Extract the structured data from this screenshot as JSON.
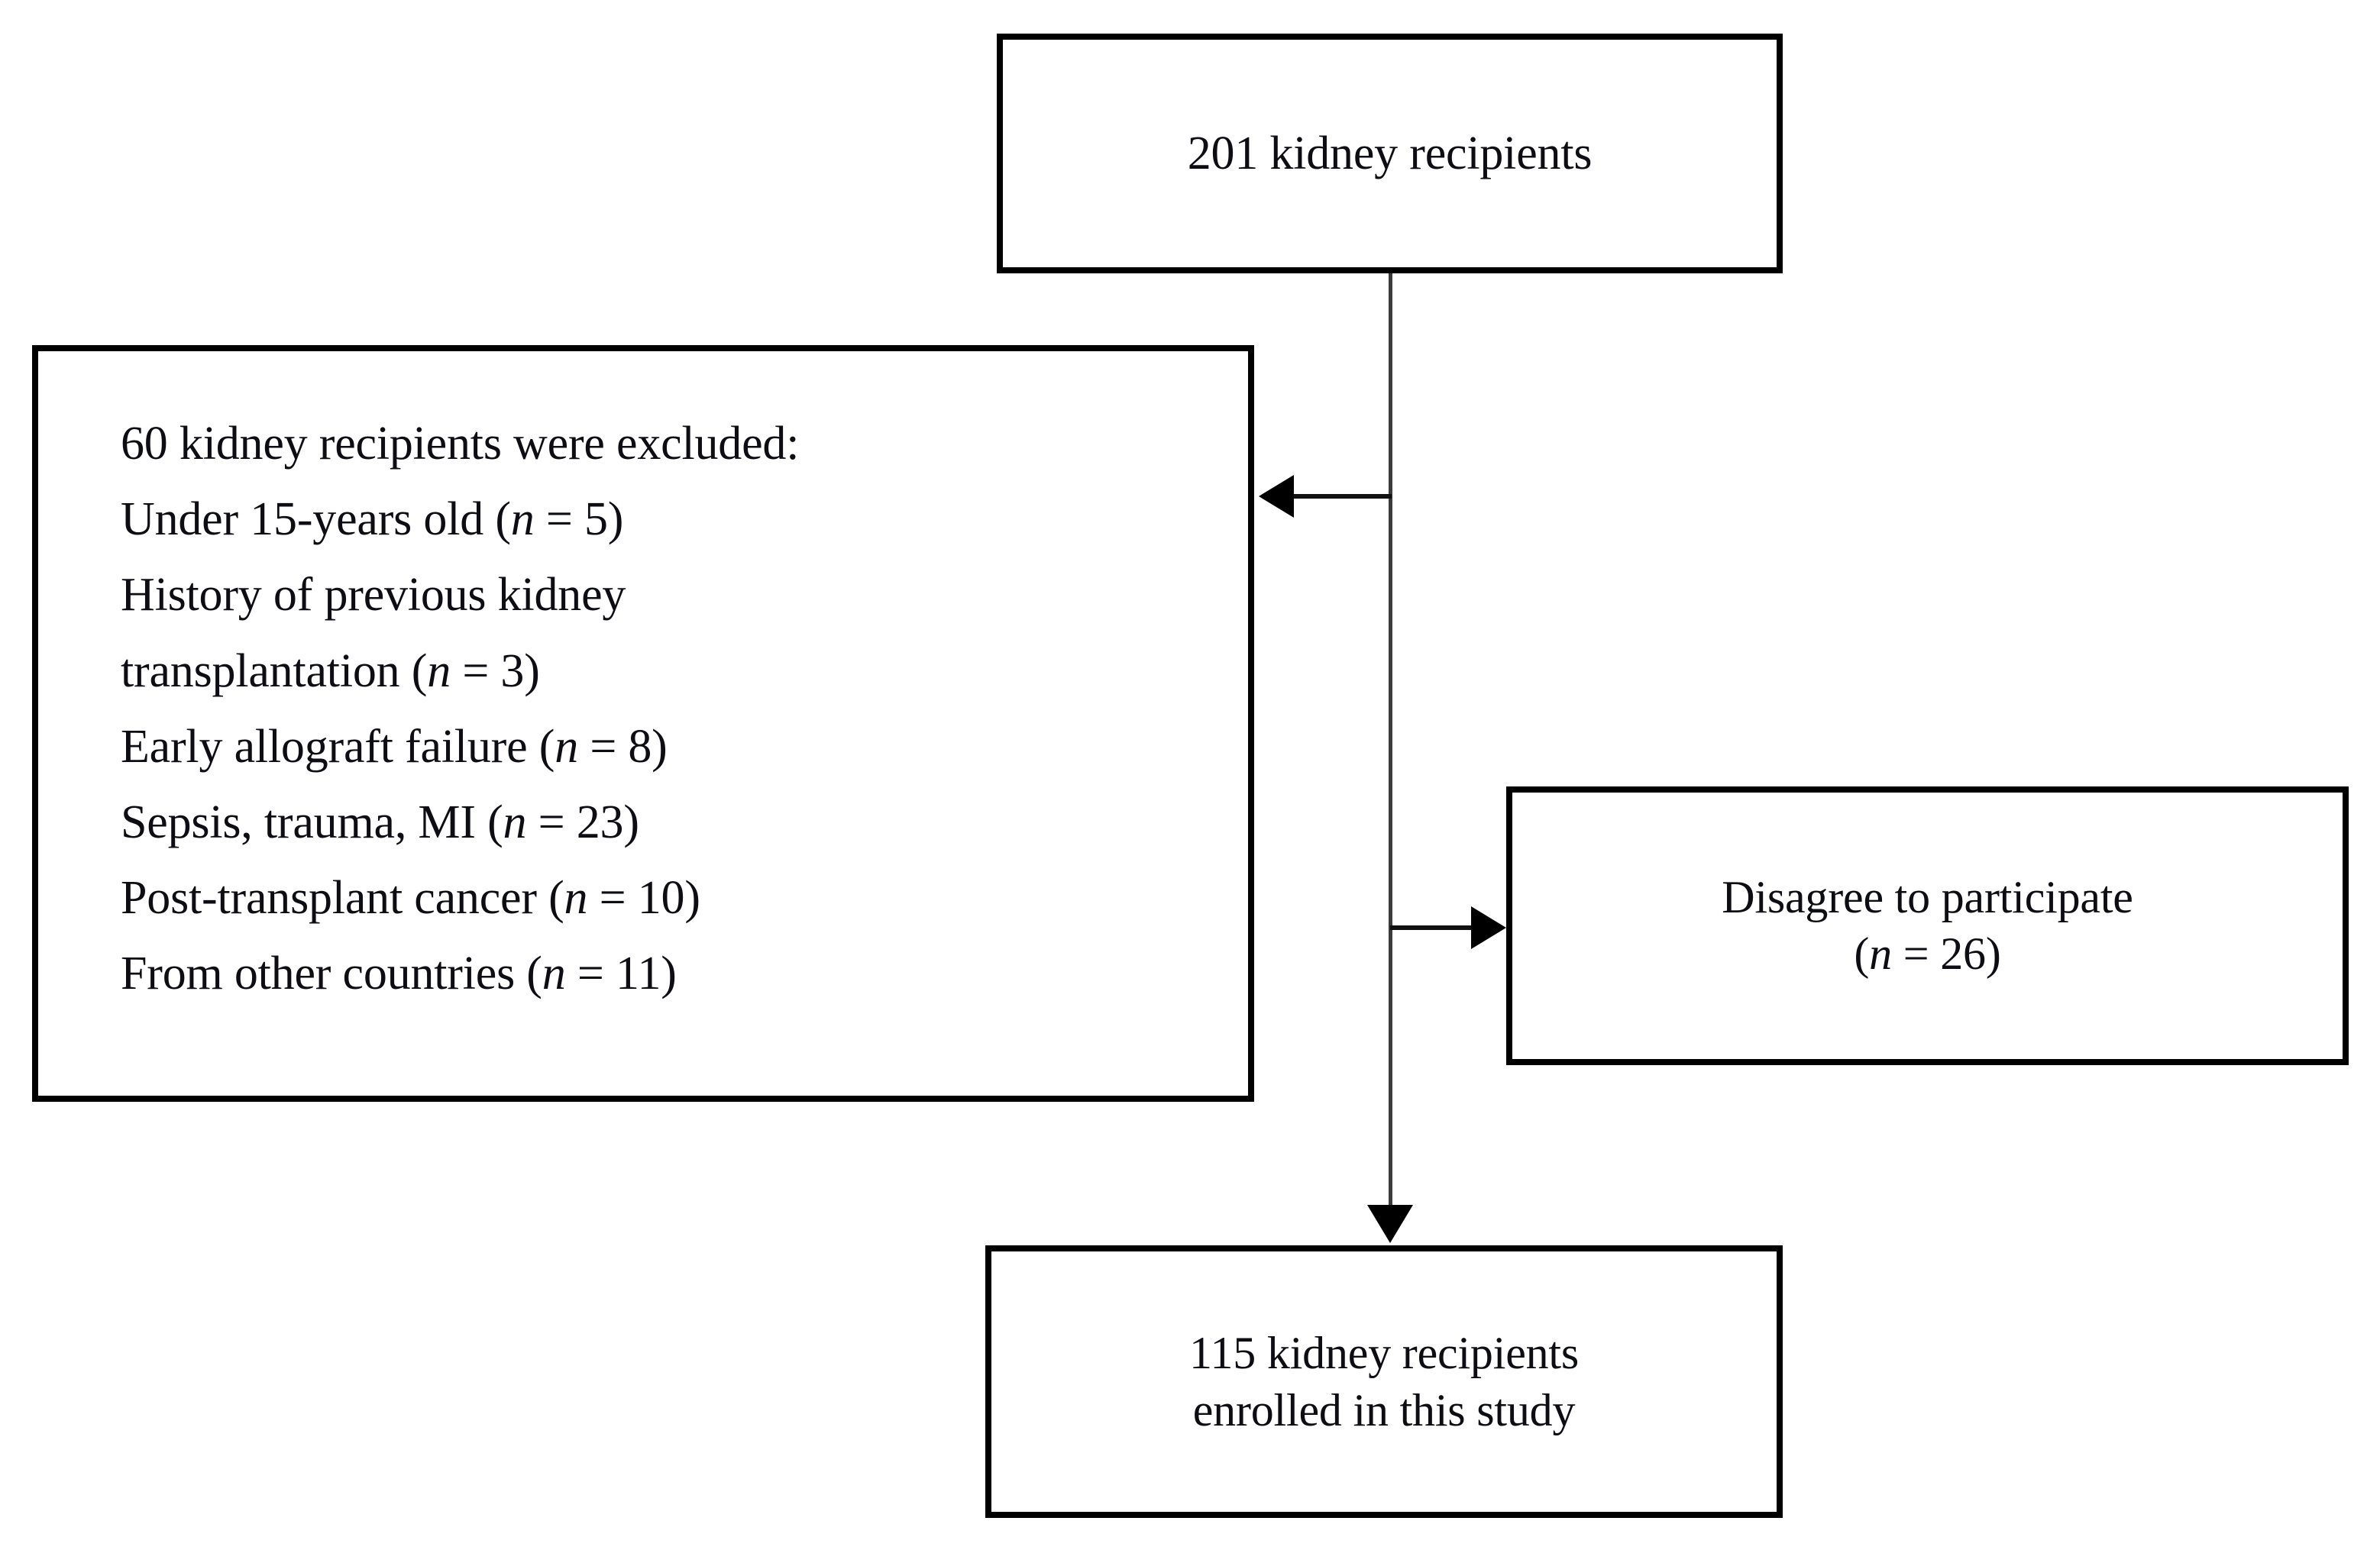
{
  "diagram": {
    "type": "study-flow-diagram",
    "boxes": {
      "total": {
        "lines": [
          "201 kidney recipients"
        ]
      },
      "excluded": {
        "lines": [
          {
            "text": "60 kidney recipients were excluded:",
            "italic_part": "",
            "tail": ""
          },
          {
            "text": "Under 15-years old (",
            "italic_part": "n",
            "tail": " = 5)"
          },
          {
            "text": "History of previous kidney",
            "italic_part": "",
            "tail": ""
          },
          {
            "text": "transplantation (",
            "italic_part": "n",
            "tail": " = 3)"
          },
          {
            "text": "Early allograft failure (",
            "italic_part": "n",
            "tail": " = 8)"
          },
          {
            "text": "Sepsis, trauma, MI (",
            "italic_part": "n",
            "tail": " = 23)"
          },
          {
            "text": "Post-transplant cancer (",
            "italic_part": "n",
            "tail": " = 10)"
          },
          {
            "text": "From other countries (",
            "italic_part": "n",
            "tail": " = 11)"
          }
        ]
      },
      "disagree": {
        "line1": "Disagree to participate",
        "line2_open": "(",
        "line2_italic": "n",
        "line2_tail": " = 26)"
      },
      "enrolled": {
        "line1": "115 kidney recipients",
        "line2": "enrolled in this study"
      }
    },
    "colors": {
      "border": "#000000",
      "text": "#0d0d14",
      "connector": "#111111",
      "trunk": "#3c3c3c",
      "background": "#ffffff"
    },
    "counts": {
      "total_recipients": 201,
      "excluded_total": 60,
      "under_15_years": 5,
      "previous_transplant": 3,
      "early_allograft_failure": 8,
      "sepsis_trauma_mi": 23,
      "post_transplant_cancer": 10,
      "from_other_countries": 11,
      "disagree_to_participate": 26,
      "enrolled": 115
    }
  }
}
